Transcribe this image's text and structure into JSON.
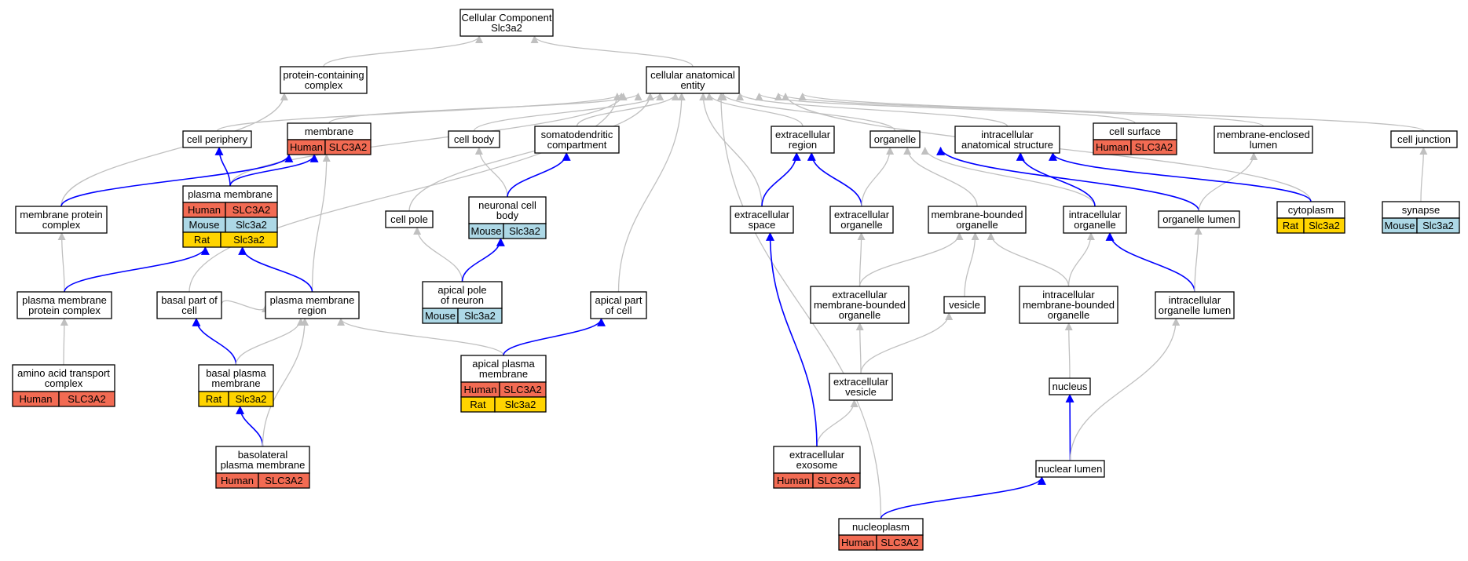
{
  "colors": {
    "human": "#f26b53",
    "mouse": "#add8e6",
    "rat": "#ffd400",
    "edge_gray": "#c0c0c0",
    "edge_blue": "#0000ff",
    "node_border": "#000000",
    "node_fill": "#ffffff"
  },
  "nodes": [
    {
      "id": "root",
      "lines": [
        "Cellular Component",
        "Slc3a2"
      ],
      "tags": []
    },
    {
      "id": "pcc",
      "lines": [
        "protein-containing",
        "complex"
      ],
      "tags": []
    },
    {
      "id": "cae",
      "lines": [
        "cellular anatomical",
        "entity"
      ],
      "tags": []
    },
    {
      "id": "periph",
      "lines": [
        "cell periphery"
      ],
      "tags": []
    },
    {
      "id": "membrane",
      "lines": [
        "membrane"
      ],
      "tags": [
        [
          "Human",
          "SLC3A2"
        ]
      ]
    },
    {
      "id": "cellbody",
      "lines": [
        "cell body"
      ],
      "tags": []
    },
    {
      "id": "somato",
      "lines": [
        "somatodendritic",
        "compartment"
      ],
      "tags": []
    },
    {
      "id": "exreg",
      "lines": [
        "extracellular",
        "region"
      ],
      "tags": []
    },
    {
      "id": "organelle",
      "lines": [
        "organelle"
      ],
      "tags": []
    },
    {
      "id": "ias",
      "lines": [
        "intracellular",
        "anatomical structure"
      ],
      "tags": []
    },
    {
      "id": "surface",
      "lines": [
        "cell surface"
      ],
      "tags": [
        [
          "Human",
          "SLC3A2"
        ]
      ]
    },
    {
      "id": "mel",
      "lines": [
        "membrane-enclosed",
        "lumen"
      ],
      "tags": []
    },
    {
      "id": "junction",
      "lines": [
        "cell junction"
      ],
      "tags": []
    },
    {
      "id": "mpc",
      "lines": [
        "membrane protein",
        "complex"
      ],
      "tags": []
    },
    {
      "id": "pm",
      "lines": [
        "plasma membrane"
      ],
      "tags": [
        [
          "Human",
          "SLC3A2"
        ],
        [
          "Mouse",
          "Slc3a2"
        ],
        [
          "Rat",
          "Slc3a2"
        ]
      ]
    },
    {
      "id": "pole",
      "lines": [
        "cell pole"
      ],
      "tags": []
    },
    {
      "id": "ncb",
      "lines": [
        "neuronal cell",
        "body"
      ],
      "tags": [
        [
          "Mouse",
          "Slc3a2"
        ]
      ]
    },
    {
      "id": "exspace",
      "lines": [
        "extracellular",
        "space"
      ],
      "tags": []
    },
    {
      "id": "exorg",
      "lines": [
        "extracellular",
        "organelle"
      ],
      "tags": []
    },
    {
      "id": "mbo",
      "lines": [
        "membrane-bounded",
        "organelle"
      ],
      "tags": []
    },
    {
      "id": "intorg",
      "lines": [
        "intracellular",
        "organelle"
      ],
      "tags": []
    },
    {
      "id": "orglumen",
      "lines": [
        "organelle lumen"
      ],
      "tags": []
    },
    {
      "id": "cytoplasm",
      "lines": [
        "cytoplasm"
      ],
      "tags": [
        [
          "Rat",
          "Slc3a2"
        ]
      ]
    },
    {
      "id": "synapse",
      "lines": [
        "synapse"
      ],
      "tags": [
        [
          "Mouse",
          "Slc3a2"
        ]
      ]
    },
    {
      "id": "pmpc",
      "lines": [
        "plasma membrane",
        "protein complex"
      ],
      "tags": []
    },
    {
      "id": "basalpart",
      "lines": [
        "basal part of",
        "cell"
      ],
      "tags": []
    },
    {
      "id": "pmr",
      "lines": [
        "plasma membrane",
        "region"
      ],
      "tags": []
    },
    {
      "id": "apn",
      "lines": [
        "apical pole",
        "of neuron"
      ],
      "tags": [
        [
          "Mouse",
          "Slc3a2"
        ]
      ]
    },
    {
      "id": "apicalpart",
      "lines": [
        "apical part",
        "of cell"
      ],
      "tags": []
    },
    {
      "id": "embo",
      "lines": [
        "extracellular",
        "membrane-bounded",
        "organelle"
      ],
      "tags": []
    },
    {
      "id": "vesicle",
      "lines": [
        "vesicle"
      ],
      "tags": []
    },
    {
      "id": "imbo",
      "lines": [
        "intracellular",
        "membrane-bounded",
        "organelle"
      ],
      "tags": []
    },
    {
      "id": "iol",
      "lines": [
        "intracellular",
        "organelle lumen"
      ],
      "tags": []
    },
    {
      "id": "aatc",
      "lines": [
        "amino acid transport",
        "complex"
      ],
      "tags": [
        [
          "Human",
          "SLC3A2"
        ]
      ]
    },
    {
      "id": "bpm",
      "lines": [
        "basal plasma",
        "membrane"
      ],
      "tags": [
        [
          "Rat",
          "Slc3a2"
        ]
      ]
    },
    {
      "id": "apm",
      "lines": [
        "apical plasma",
        "membrane"
      ],
      "tags": [
        [
          "Human",
          "SLC3A2"
        ],
        [
          "Rat",
          "Slc3a2"
        ]
      ]
    },
    {
      "id": "exves",
      "lines": [
        "extracellular",
        "vesicle"
      ],
      "tags": []
    },
    {
      "id": "nucleus",
      "lines": [
        "nucleus"
      ],
      "tags": []
    },
    {
      "id": "blpm",
      "lines": [
        "basolateral",
        "plasma membrane"
      ],
      "tags": [
        [
          "Human",
          "SLC3A2"
        ]
      ]
    },
    {
      "id": "exo",
      "lines": [
        "extracellular",
        "exosome"
      ],
      "tags": [
        [
          "Human",
          "SLC3A2"
        ]
      ]
    },
    {
      "id": "nuclumen",
      "lines": [
        "nuclear lumen"
      ],
      "tags": []
    },
    {
      "id": "nucleoplasm",
      "lines": [
        "nucleoplasm"
      ],
      "tags": [
        [
          "Human",
          "SLC3A2"
        ]
      ]
    }
  ]
}
